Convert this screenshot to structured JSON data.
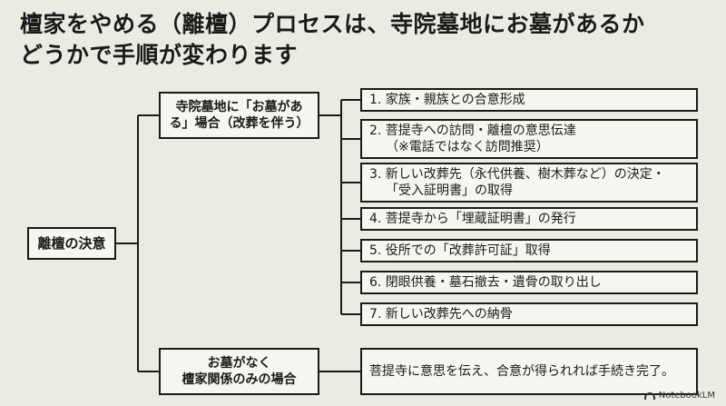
{
  "title": {
    "line1": "檀家をやめる（離檀）プロセスは、寺院墓地にお墓があるか",
    "line2": "どうかで手順が変わります"
  },
  "root": {
    "label": "離檀の決意"
  },
  "branch_a": {
    "line1": "寺院墓地に「お墓があ",
    "line2": "る」場合（改葬を伴う）",
    "steps": [
      {
        "line1": "1. 家族・親族との合意形成"
      },
      {
        "line1": "2. 菩提寺への訪問・離檀の意思伝達",
        "line2": "（※電話ではなく訪問推奨）"
      },
      {
        "line1": "3. 新しい改葬先（永代供養、樹木葬など）の決定・",
        "line2": "「受入証明書」の取得"
      },
      {
        "line1": "4. 菩提寺から「埋蔵証明書」の発行"
      },
      {
        "line1": "5. 役所での「改葬許可証」取得"
      },
      {
        "line1": "6. 閉眼供養・墓石撤去・遺骨の取り出し"
      },
      {
        "line1": "7. 新しい改葬先への納骨"
      }
    ]
  },
  "branch_b": {
    "line1": "お墓がなく",
    "line2": "檀家関係のみの場合",
    "result": "菩提寺に意思を伝え、合意が得られれば手続き完了。"
  },
  "brand": {
    "label": "NotebookLM"
  }
}
